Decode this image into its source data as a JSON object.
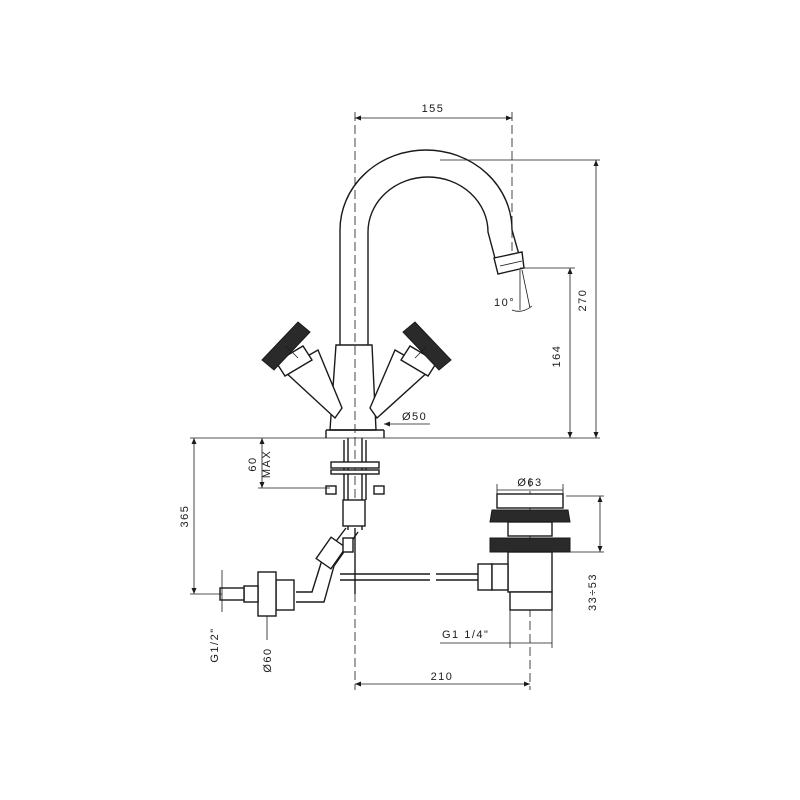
{
  "dimensions": {
    "spout_reach": "155",
    "total_height": "270",
    "spout_height": "164",
    "angle": "10°",
    "base_diameter": "Ø50",
    "deck_thickness": "60",
    "deck_thickness_note": "MAX",
    "waste_diameter": "Ø63",
    "supply_length": "365",
    "waste_range": "33÷53",
    "waste_thread": "G1 1/4\"",
    "inlet_thread": "G1/2\"",
    "rosette_diameter": "Ø60",
    "drain_distance": "210"
  },
  "colors": {
    "line": "#1a1a1a",
    "background": "#ffffff"
  }
}
